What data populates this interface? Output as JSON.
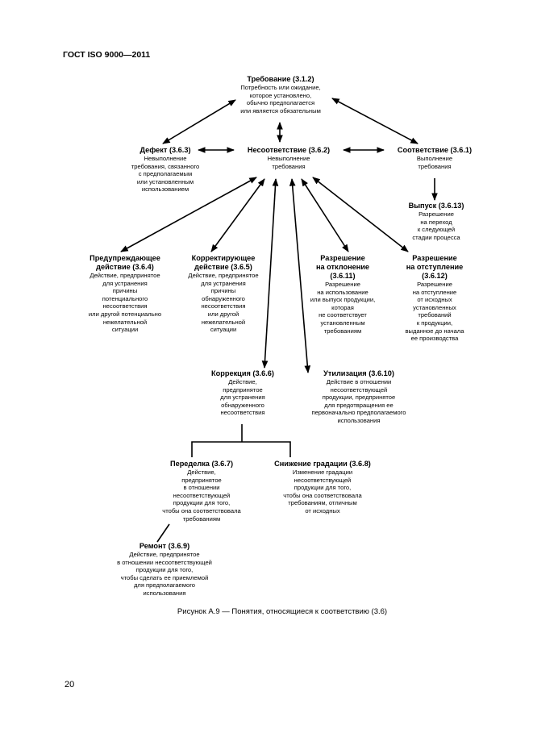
{
  "header": {
    "doc_id": "ГОСТ ISO 9000—2011"
  },
  "page_number": "20",
  "caption": "Рисунок А.9 — Понятия, относящиеся к соответствию (3.6)",
  "nodes": {
    "requirement": {
      "title": "Требование (3.1.2)",
      "desc": "Потребность или ожидание,\nкоторое установлено,\nобычно предполагается\nили является обязательным"
    },
    "defect": {
      "title": "Дефект (3.6.3)",
      "desc": "Невыполнение\nтребования, связанного\nс предполагаемым\nили установленным\nиспользованием"
    },
    "nonconformity": {
      "title": "Несоответствие (3.6.2)",
      "desc": "Невыполнение\nтребования"
    },
    "conformity": {
      "title": "Соответствие (3.6.1)",
      "desc": "Выполнение\nтребования"
    },
    "release": {
      "title": "Выпуск (3.6.13)",
      "desc": "Разрешение\nна переход\nк следующей\nстадии процесса"
    },
    "preventive": {
      "title": "Предупреждающее\nдействие (3.6.4)",
      "desc": "Действие, предпринятое\nдля устранения\nпричины\nпотенциального\nнесоответствия\nили другой потенциально\nнежелательной\nситуации"
    },
    "corrective": {
      "title": "Корректирующее\nдействие (3.6.5)",
      "desc": "Действие, предпринятое\nдля устранения\nпричины\nобнаруженного\nнесоответствия\nили другой\nнежелательной\nситуации"
    },
    "concession": {
      "title": "Разрешение\nна отклонение\n(3.6.11)",
      "desc": "Разрешение\nна использование\nили выпуск продукции,\nкоторая\nне соответствует\nустановленным\nтребованиям"
    },
    "deviation": {
      "title": "Разрешение\nна отступление\n(3.6.12)",
      "desc": "Разрешение\nна отступление\nот исходных\nустановленных\nтребований\nк продукции,\nвыданное до начала\nее производства"
    },
    "correction": {
      "title": "Коррекция (3.6.6)",
      "desc": "Действие,\nпредпринятое\nдля устранения\nобнаруженного\nнесоответствия"
    },
    "scrap": {
      "title": "Утилизация (3.6.10)",
      "desc": "Действие в отношении\nнесоответствующей\nпродукции, предпринятое\nдля предотвращения ее\nпервоначально предполагаемого\nиспользования"
    },
    "rework": {
      "title": "Переделка (3.6.7)",
      "desc": "Действие,\nпредпринятое\nв отношении\nнесоответствующей\nпродукции для того,\nчтобы она соответствовала\nтребованиям"
    },
    "regrade": {
      "title": "Снижение градации (3.6.8)",
      "desc": "Изменение градации\nнесоответствующей\nпродукции для того,\nчтобы она соответствовала\nтребованиям, отличным\nот исходных"
    },
    "repair": {
      "title": "Ремонт (3.6.9)",
      "desc": "Действие, предпринятое\nв отношении несоответствующей\nпродукции для того,\nчтобы сделать ее приемлемой\nдля предполагаемого\nиспользования"
    }
  }
}
